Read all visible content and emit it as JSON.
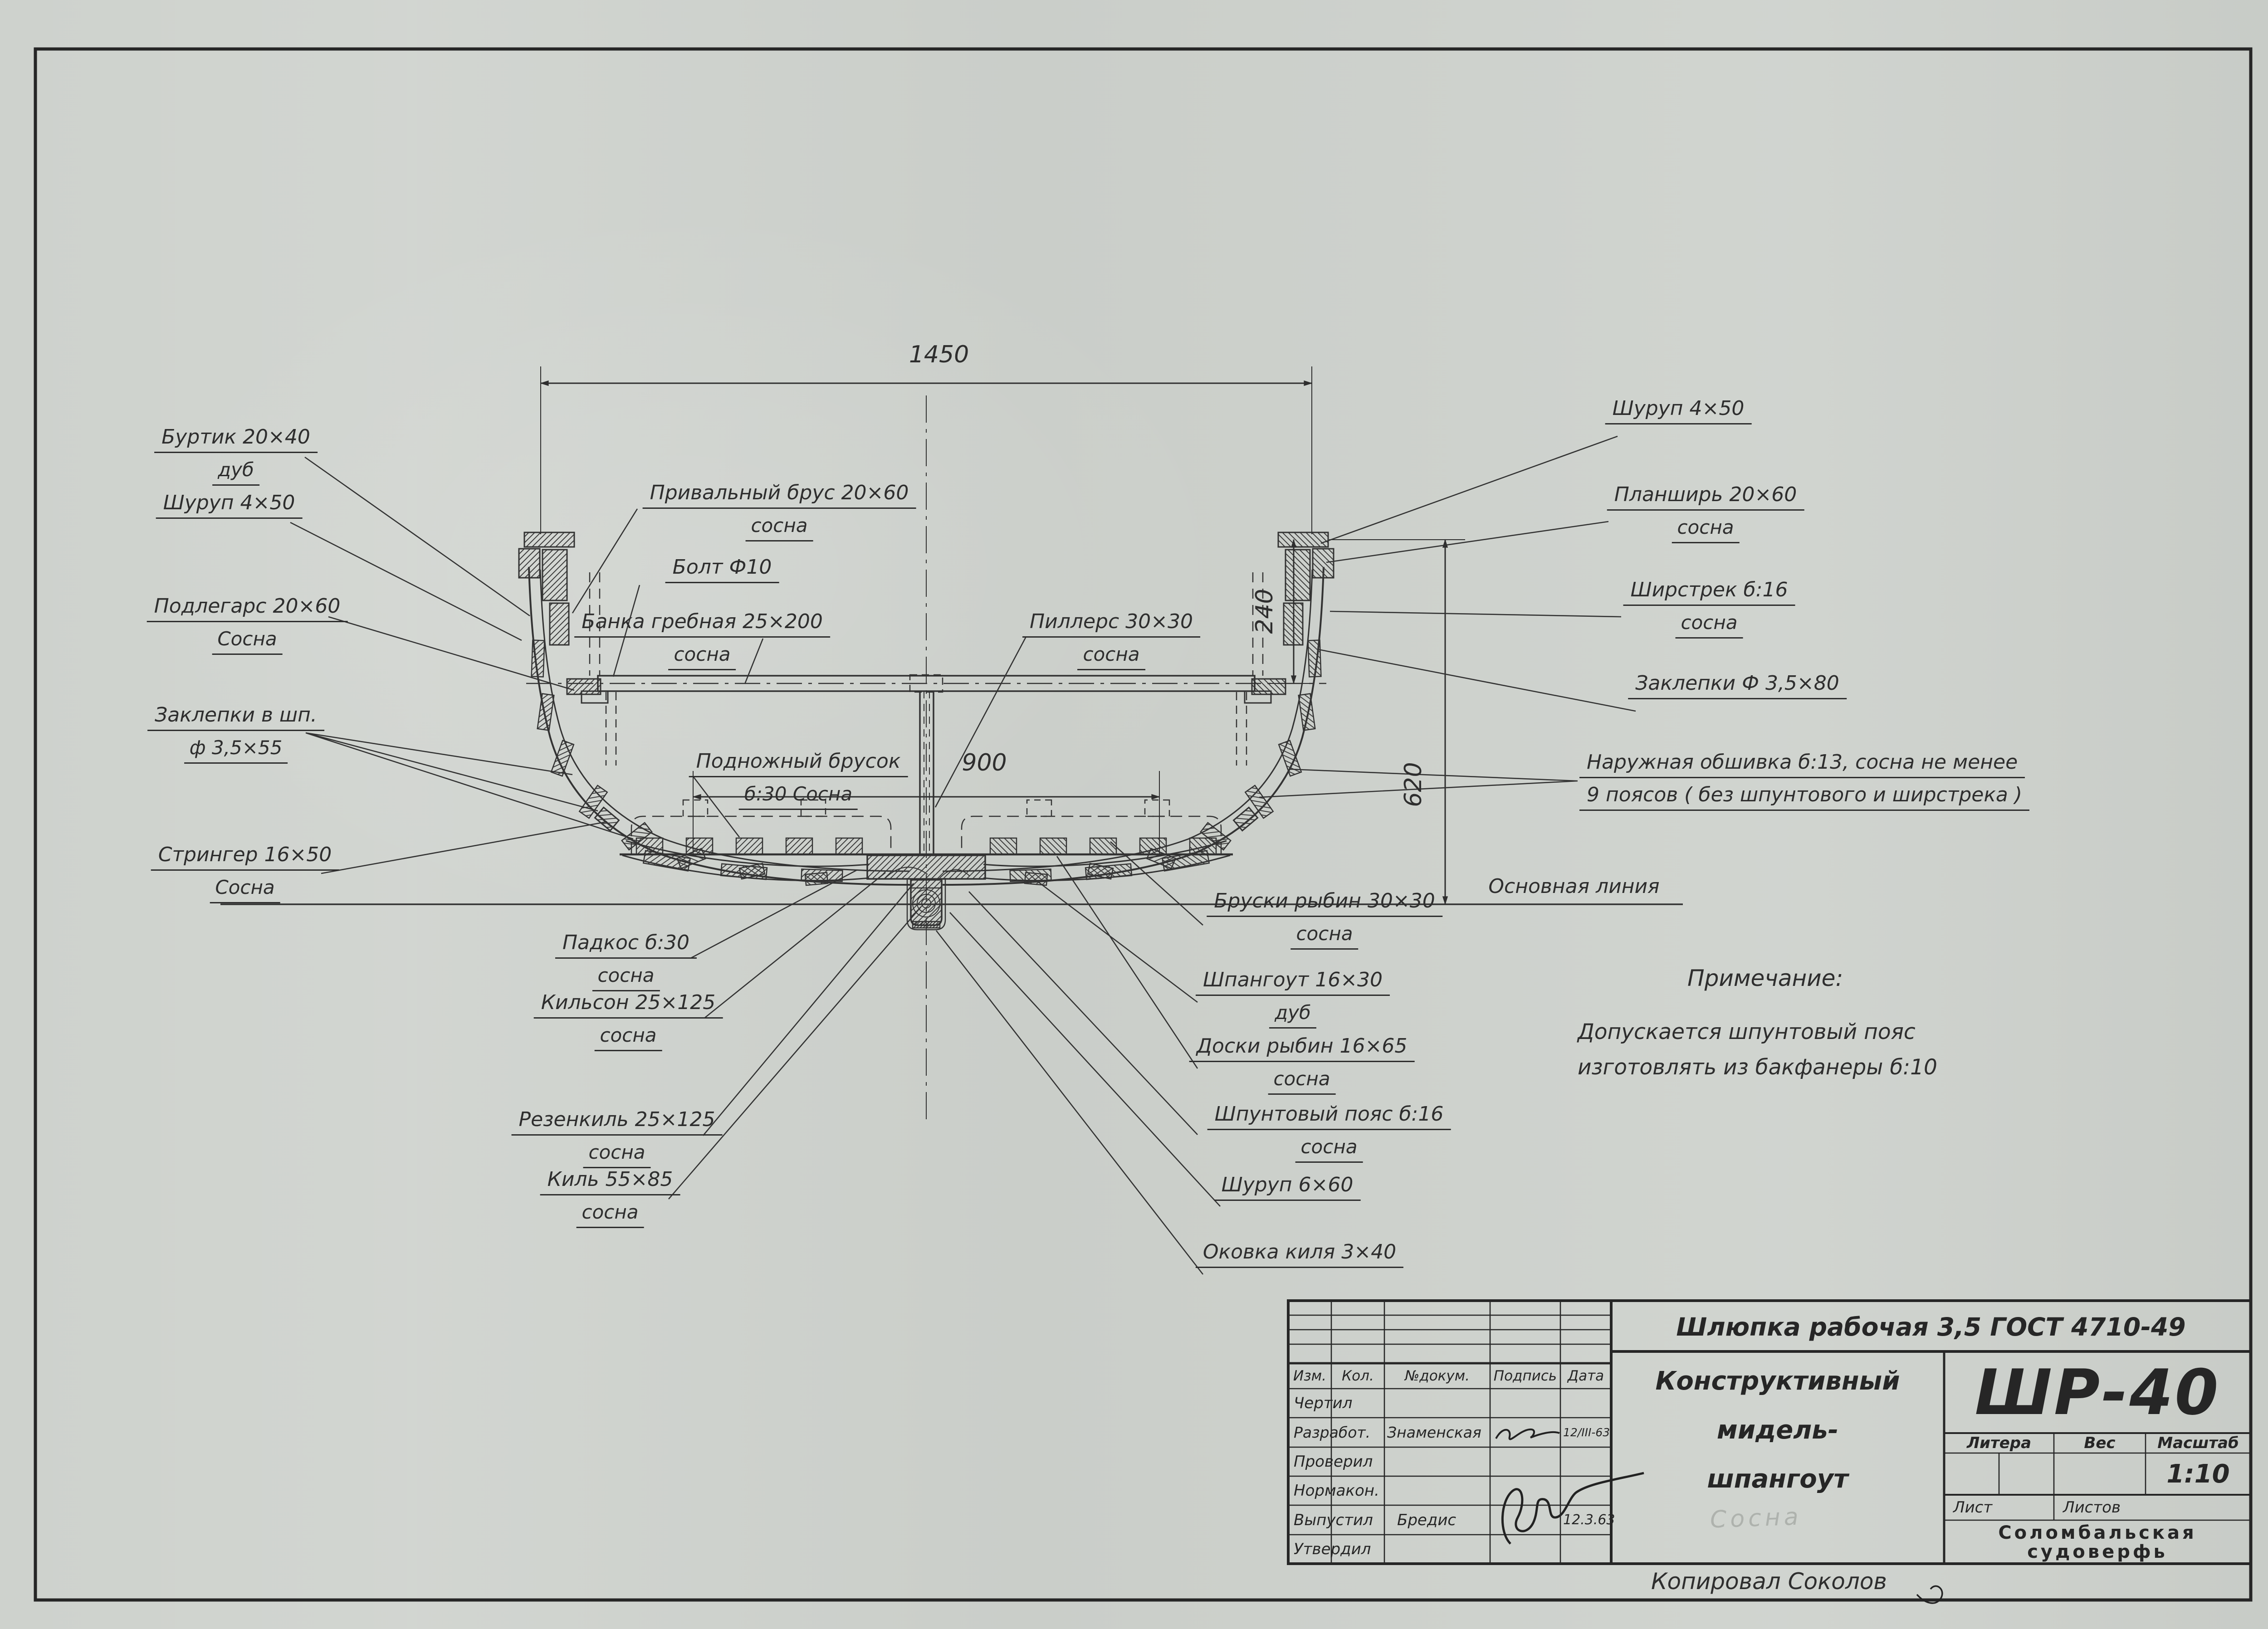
{
  "page": {
    "paper_color": "#ced2cd",
    "ink_color": "#2e2e2e"
  },
  "dimensions": {
    "beam_top": "1450",
    "floor_width": "900",
    "gunwale_to_thwart": "240",
    "total_height": "620"
  },
  "labels": {
    "burtik": {
      "t": "Буртик 20×40",
      "m": "дуб"
    },
    "shurup_left": {
      "t": "Шуруп 4×50"
    },
    "podlegars": {
      "t": "Подлегарс 20×60",
      "m": "Сосна"
    },
    "zaklepki_frame": {
      "t": "Заклепки в шп.",
      "m": "ф 3,5×55"
    },
    "stringer": {
      "t": "Стрингер 16×50",
      "m": "Сосна"
    },
    "padkos": {
      "t": "Падкос б:30",
      "m": "сосна"
    },
    "kilson": {
      "t": "Кильсон 25×125",
      "m": "сосна"
    },
    "rezenkil": {
      "t": "Резенкиль 25×125",
      "m": "сосна"
    },
    "kil": {
      "t": "Киль 55×85",
      "m": "сосна"
    },
    "privalny_brus": {
      "t": "Привальный брус 20×60",
      "m": "сосна"
    },
    "bolt": {
      "t": "Болт Ф10"
    },
    "banka": {
      "t": "Банка гребная 25×200",
      "m": "сосна"
    },
    "pillers": {
      "t": "Пиллерс 30×30",
      "m": "сосна"
    },
    "podnozhny": {
      "t": "Подножный брусок",
      "m": "б:30  Сосна"
    },
    "shurup_right": {
      "t": "Шуруп 4×50"
    },
    "planshir": {
      "t": "Планширь 20×60",
      "m": "сосна"
    },
    "shirstrek": {
      "t": "Ширстрек б:16",
      "m": "сосна"
    },
    "zaklepki_right": {
      "t": "Заклепки Ф 3,5×80"
    },
    "obshivka": {
      "t": "Наружная обшивка б:13, сосна  не менее",
      "m": "9 поясов ( без шпунтового и  ширстрека )"
    },
    "osnovnaya": {
      "t": "Основная линия"
    },
    "bruski_rybin": {
      "t": "Бруски рыбин 30×30",
      "m": "сосна"
    },
    "shpangout": {
      "t": "Шпангоут  16×30",
      "m": "дуб"
    },
    "doski_rybin": {
      "t": "Доски рыбин 16×65",
      "m": "сосна"
    },
    "shpuntovy": {
      "t": "Шпунтовый пояс б:16",
      "m": "сосна"
    },
    "shurup_keel": {
      "t": "Шуруп  6×60"
    },
    "okovka": {
      "t": "Оковка киля 3×40"
    }
  },
  "note": {
    "title": "Примечание:",
    "line1": "Допускается шпунтовый пояс",
    "line2": "изготовлять из бакфанеры б:10"
  },
  "title_block": {
    "doc_title": "Шлюпка рабочая 3,5  ГОСТ 4710-49",
    "name1": "Конструктивный",
    "name2": "мидель-",
    "name3": "шпангоут",
    "code": "ШР-40",
    "litera_label": "Литера",
    "ves_label": "Вес",
    "masshtab_label": "Масштаб",
    "scale_value": "1:10",
    "list_label": "Лист",
    "listov_label": "Листов",
    "org1": "Соломбальская",
    "org2": "судоверфь",
    "cols": {
      "izm": "Изм.",
      "kol": "Кол.",
      "dokum": "№докум.",
      "podpis": "Подпись",
      "data": "Дата"
    },
    "rows": [
      {
        "r": "Чертил",
        "n": "",
        "d": ""
      },
      {
        "r": "Разработ.",
        "n": "Знаменская",
        "d": "12/III-63"
      },
      {
        "r": "Проверил",
        "n": "",
        "d": ""
      },
      {
        "r": "Нормакон.",
        "n": "",
        "d": ""
      },
      {
        "r": "Выпустил",
        "n": "Бредис",
        "d": "12.3.63"
      },
      {
        "r": "Утвердил",
        "n": "",
        "d": ""
      }
    ],
    "stamp_faint": "Сосна",
    "copied_by": "Копировал Соколов"
  }
}
